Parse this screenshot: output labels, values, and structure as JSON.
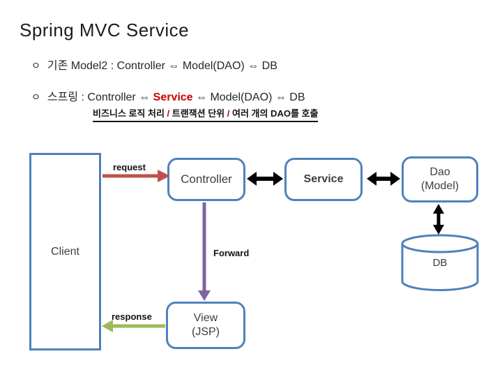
{
  "slide": {
    "title": "Spring MVC Service",
    "bullets": [
      {
        "marker": "ㅇ",
        "text": "기존 Model2 : Controller ⇔ Model(DAO) ⇔ DB"
      },
      {
        "marker": "ㅇ",
        "pre": "스프링 : Controller ⇔ ",
        "highlight": "Service",
        "post": " ⇔ Model(DAO) ⇔ DB"
      }
    ],
    "note": {
      "part1": "비즈니스 로직 처리 ",
      "slash1": "/",
      "part2": " 트랜잭션 단위 ",
      "slash2": "/",
      "part3": " 여러 개의 DAO를 호출"
    }
  },
  "diagram": {
    "client_label": "Client",
    "controller_label": "Controller",
    "service_label": "Service",
    "dao_line1": "Dao",
    "dao_line2": "(Model)",
    "db_label": "DB",
    "view_line1": "View",
    "view_line2": "(JSP)",
    "arrow_labels": {
      "request": "request",
      "forward": "Forward",
      "response": "response"
    }
  },
  "colors": {
    "border": "#4f81bd",
    "request": "#c0504d",
    "forward": "#8064a2",
    "response": "#9bbb59",
    "black": "#000000",
    "servicetext": "#cc0000",
    "slash": "#c00000"
  }
}
